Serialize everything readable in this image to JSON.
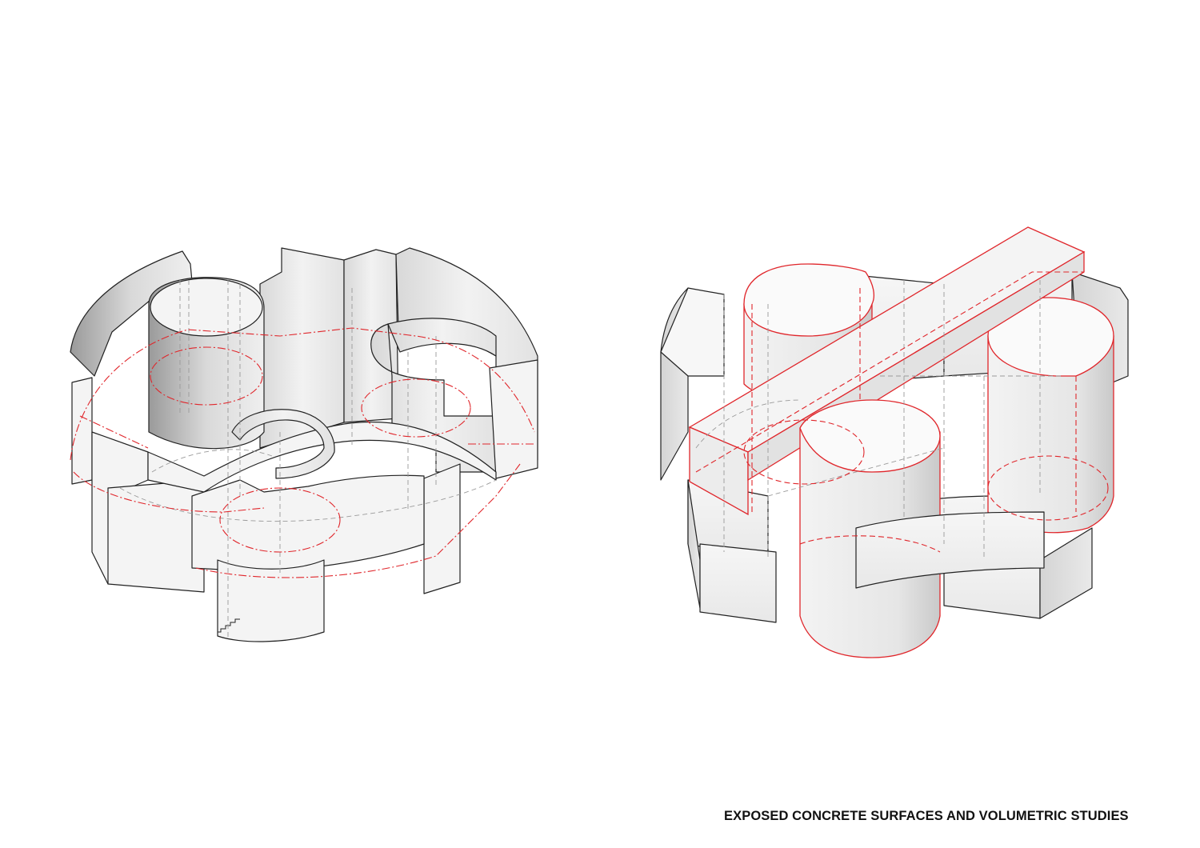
{
  "caption": {
    "text": "EXPOSED CONCRETE SURFACES AND VOLUMETRIC STUDIES"
  },
  "diagrams": [
    {
      "id": "left",
      "subject": "exposed-concrete-surfaces-axonometric",
      "description": "Isometric wall study of a circular plan with curved walls, cylinders and S-shaped partitions; red dash-dot lines mark plan outlines, grey dashed lines mark hidden edges"
    },
    {
      "id": "right",
      "subject": "volumetric-study-axonometric",
      "description": "Isometric massing of solid blocks, cylinders and a diagonal bar; red outlines highlight cylindrical volumes and the crossing bar"
    }
  ],
  "colors": {
    "accent_red": "#e0262b",
    "line_dark": "#222222",
    "hidden_line_grey": "#9a9a9a",
    "surface_light": "#f4f4f4",
    "background": "#ffffff"
  }
}
